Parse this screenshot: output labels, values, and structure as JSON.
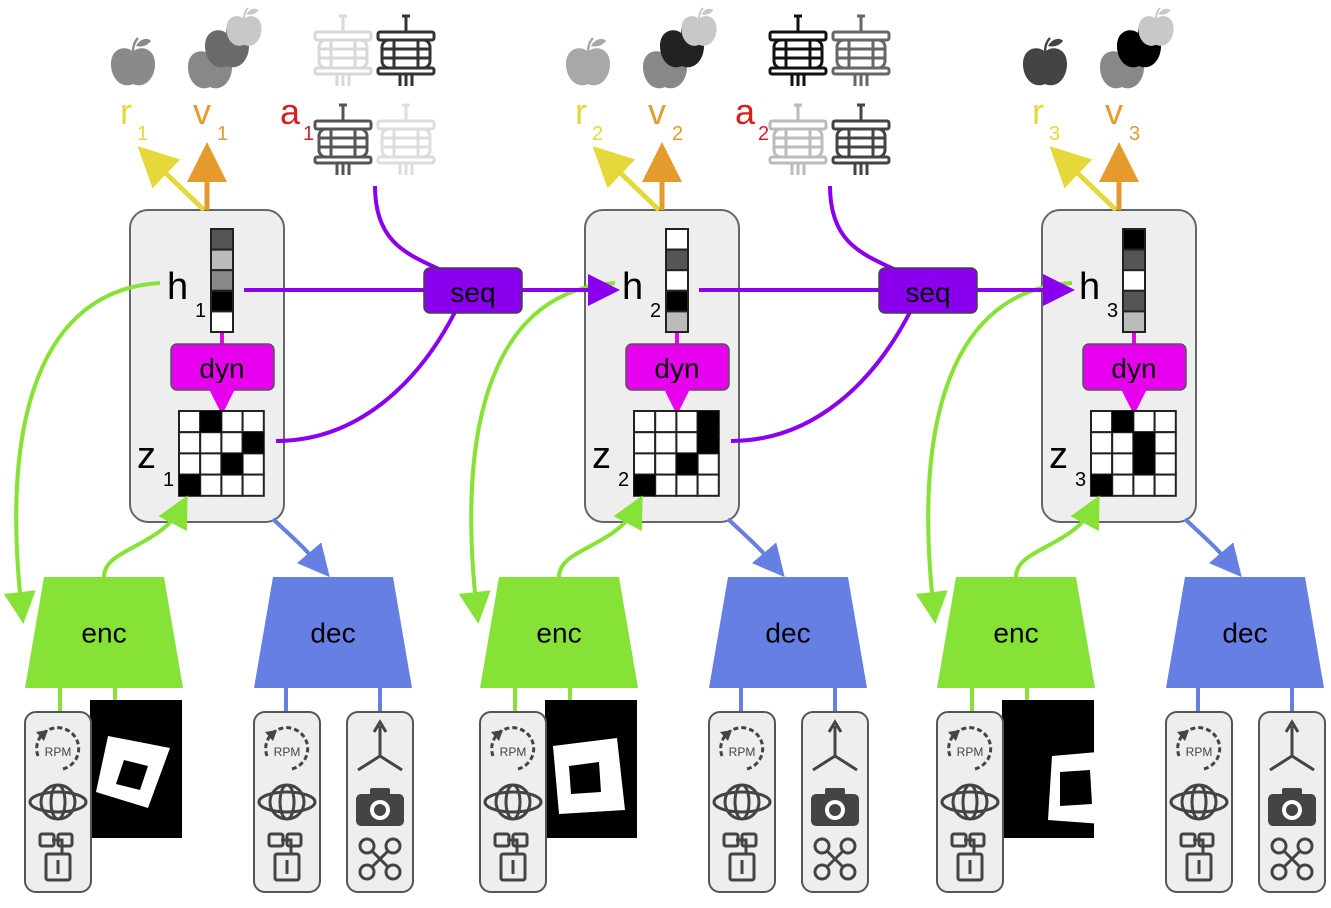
{
  "labels": {
    "seq": "seq",
    "dyn": "dyn",
    "enc": "enc",
    "dec": "dec",
    "h": "h",
    "z": "z",
    "r": "r",
    "v": "v",
    "a": "a",
    "rpm": "RPM"
  },
  "steps": [
    {
      "index": "1",
      "h_cells": [
        "#555555",
        "#bbbbbb",
        "#888888",
        "#000000",
        "#ffffff"
      ],
      "z_black": [
        [
          1,
          0
        ],
        [
          3,
          1
        ],
        [
          2,
          2
        ],
        [
          0,
          3
        ]
      ],
      "reward_shade": "#8a8a8a",
      "value_shade": "#6a6a6a",
      "pixel_shape": "tilted"
    },
    {
      "index": "2",
      "h_cells": [
        "#ffffff",
        "#555555",
        "#ffffff",
        "#000000",
        "#bbbbbb"
      ],
      "z_black": [
        [
          3,
          0
        ],
        [
          3,
          1
        ],
        [
          2,
          2
        ],
        [
          0,
          3
        ]
      ],
      "reward_shade": "#a8a8a8",
      "value_shade": "#222222",
      "pixel_shape": "square"
    },
    {
      "index": "3",
      "h_cells": [
        "#000000",
        "#555555",
        "#ffffff",
        "#555555",
        "#bbbbbb"
      ],
      "z_black": [
        [
          1,
          0
        ],
        [
          2,
          1
        ],
        [
          2,
          2
        ],
        [
          0,
          3
        ]
      ],
      "reward_shade": "#444444",
      "value_shade": "#000000",
      "pixel_shape": "upright"
    }
  ],
  "actions": [
    {
      "index": "1",
      "rotor_shades": [
        "#d8d8d8",
        "#333333",
        "#555555",
        "#dddddd"
      ]
    },
    {
      "index": "2",
      "rotor_shades": [
        "#111111",
        "#666666",
        "#bbbbbb",
        "#444444"
      ]
    }
  ],
  "colors": {
    "green": "#86e236",
    "blue": "#6580e2",
    "purple": "#8a00ee",
    "magenta": "#e600ee",
    "orange": "#e59a2e",
    "yellow": "#e5d83a",
    "red": "#d62020",
    "panel": "#eeeeee"
  }
}
